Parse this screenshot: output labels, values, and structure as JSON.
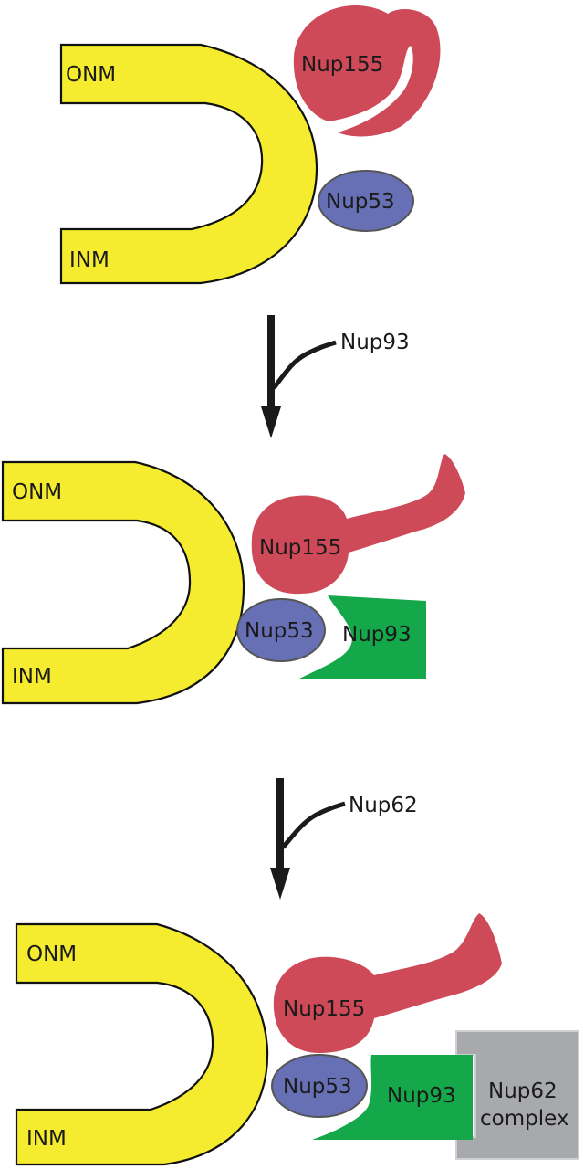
{
  "figure": {
    "description": "Stepwise assembly of nucleoporins at the nuclear envelope",
    "colors": {
      "membrane": "#f5ec2f",
      "nup155": "#cf4a59",
      "nup53": "#6770b5",
      "nup93": "#14a84a",
      "nup62_complex": "#a7a9ac"
    },
    "panels": [
      {
        "membrane_outer": "ONM",
        "membrane_inner": "INM",
        "proteins": [
          "Nup155",
          "Nup53"
        ]
      },
      {
        "membrane_outer": "ONM",
        "membrane_inner": "INM",
        "proteins": [
          "Nup155",
          "Nup53",
          "Nup93"
        ]
      },
      {
        "membrane_outer": "ONM",
        "membrane_inner": "INM",
        "proteins": [
          "Nup155",
          "Nup53",
          "Nup93",
          "Nup62",
          "complex"
        ]
      }
    ],
    "steps": [
      {
        "added": "Nup93"
      },
      {
        "added": "Nup62"
      }
    ]
  }
}
